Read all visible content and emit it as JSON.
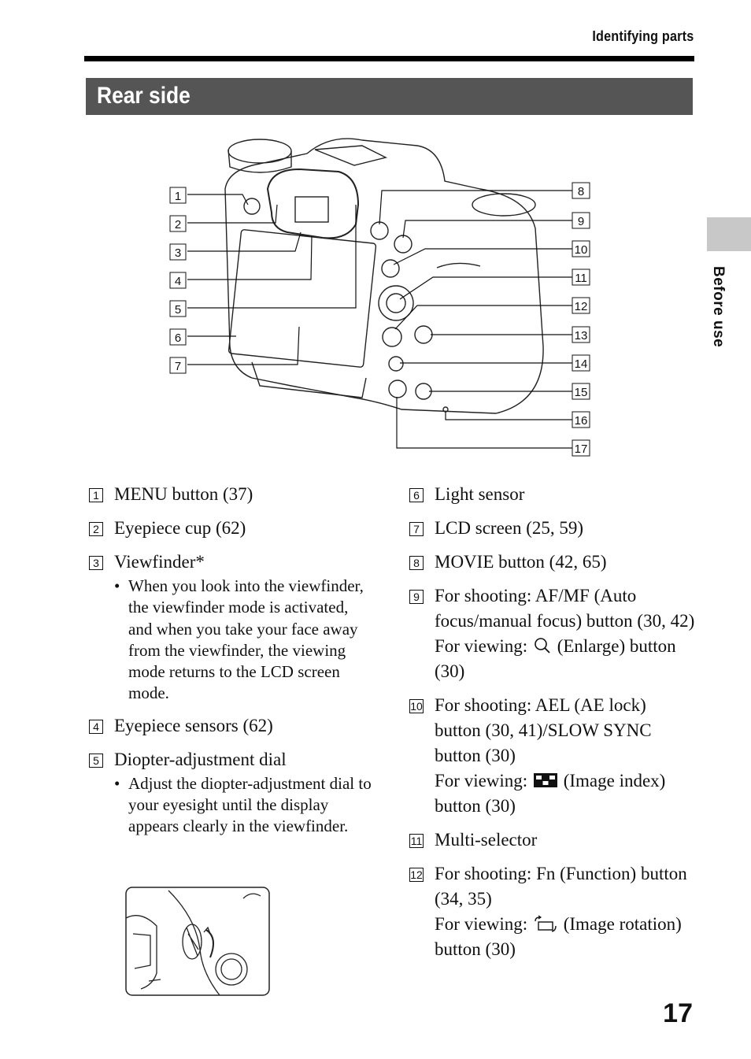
{
  "header": {
    "running_head": "Identifying parts",
    "section_title": "Rear side"
  },
  "side_tab": {
    "label": "Before use"
  },
  "diagram": {
    "callouts": [
      "1",
      "2",
      "3",
      "4",
      "5",
      "6",
      "7",
      "8",
      "9",
      "10",
      "11",
      "12",
      "13",
      "14",
      "15",
      "16",
      "17"
    ]
  },
  "items_left": [
    {
      "num": "1",
      "text": "MENU button (37)"
    },
    {
      "num": "2",
      "text": "Eyepiece cup (62)"
    },
    {
      "num": "3",
      "text": "Viewfinder*",
      "bullet": "When you look into the viewfinder, the viewfinder mode is activated, and when you take your face away from the viewfinder, the viewing mode returns to the LCD screen mode."
    },
    {
      "num": "4",
      "text": "Eyepiece sensors (62)"
    },
    {
      "num": "5",
      "text": "Diopter-adjustment dial",
      "bullet": "Adjust the diopter-adjustment dial to your eyesight until the display appears clearly in the viewfinder."
    }
  ],
  "items_right": [
    {
      "num": "6",
      "text": "Light sensor"
    },
    {
      "num": "7",
      "text": "LCD screen (25, 59)"
    },
    {
      "num": "8",
      "text": "MOVIE button (42, 65)"
    },
    {
      "num": "9",
      "line1": "For shooting: AF/MF (Auto focus/manual focus) button (30, 42)",
      "line2a": "For viewing:",
      "line2b": "(Enlarge) button (30)",
      "icon": "magnifier-icon"
    },
    {
      "num": "10",
      "line1": "For shooting: AEL (AE lock) button (30, 41)/SLOW SYNC button (30)",
      "line2a": "For viewing:",
      "line2b": "(Image index) button (30)",
      "icon": "image-index-icon"
    },
    {
      "num": "11",
      "text": "Multi-selector"
    },
    {
      "num": "12",
      "line1": "For shooting: Fn (Function) button (34, 35)",
      "line2a": "For viewing:",
      "line2b": "(Image rotation) button (30)",
      "icon": "rotate-icon"
    }
  ],
  "page_number": "17"
}
